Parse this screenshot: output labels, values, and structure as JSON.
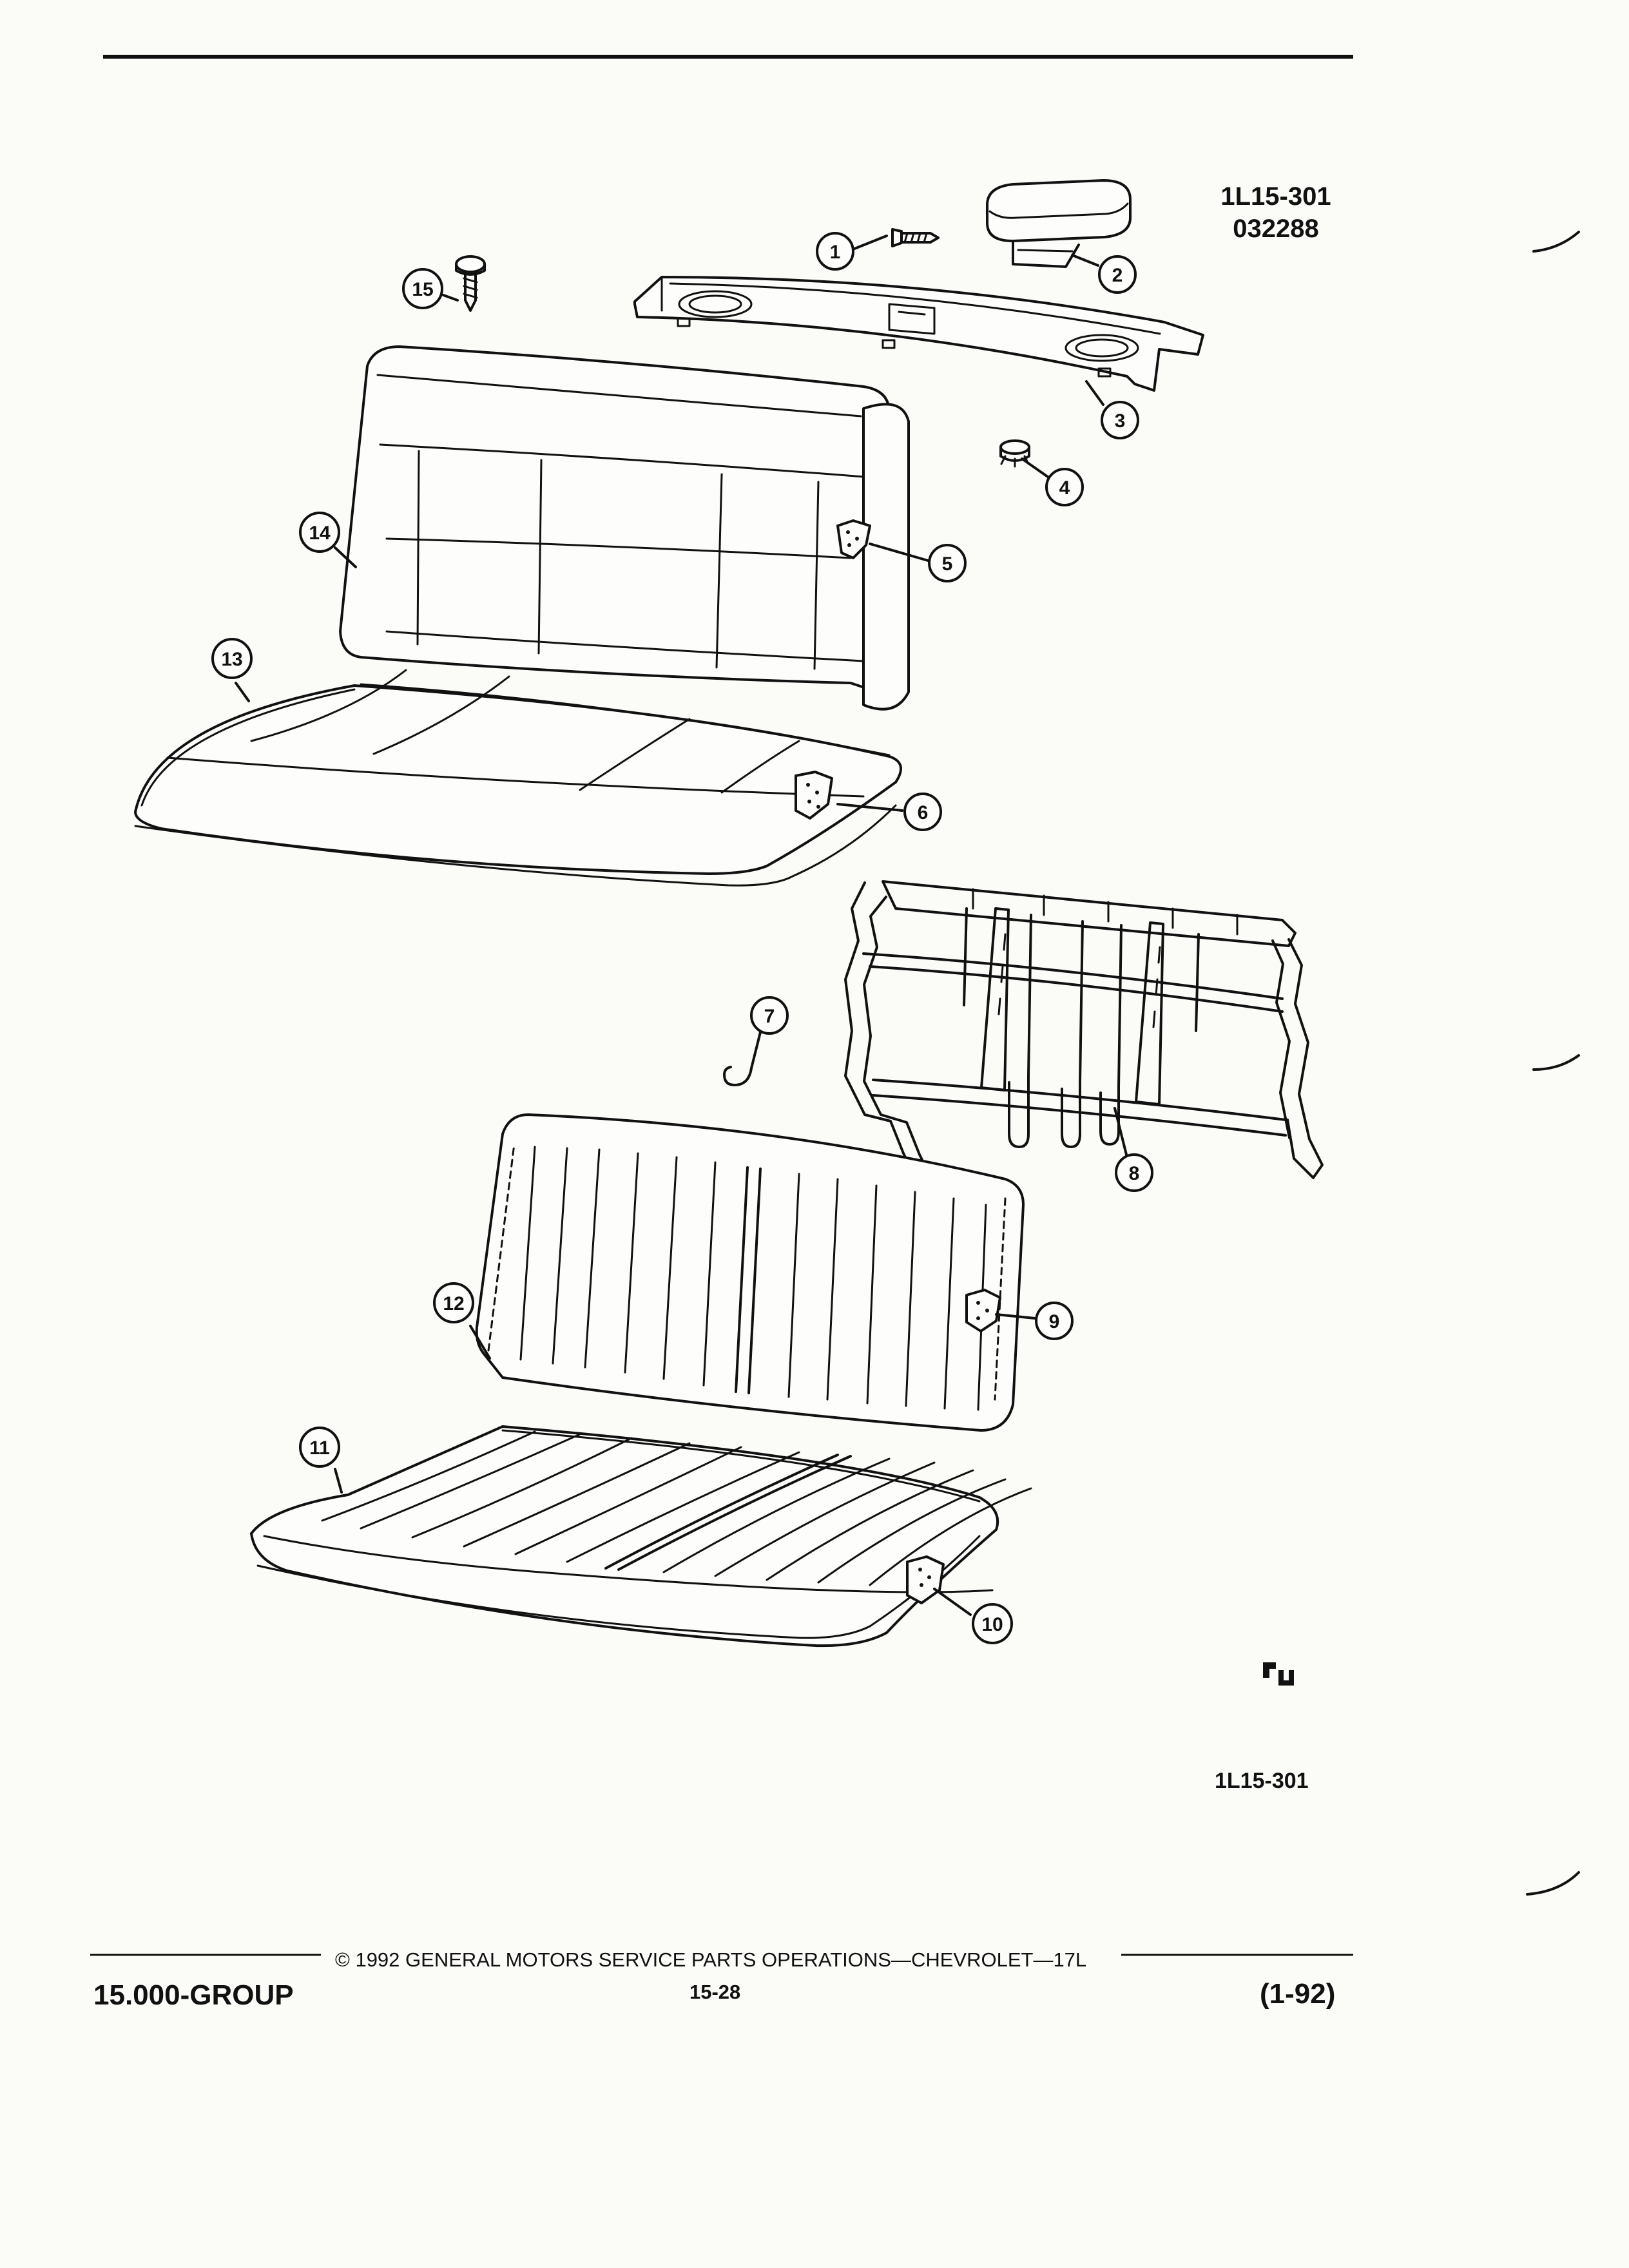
{
  "header": {
    "figure_code": "1L15-301",
    "figure_date": "032288"
  },
  "figure": {
    "bottom_code": "1L15-301",
    "callouts": [
      "1",
      "2",
      "3",
      "4",
      "5",
      "6",
      "7",
      "8",
      "9",
      "10",
      "11",
      "12",
      "13",
      "14",
      "15"
    ]
  },
  "footer": {
    "group": "15.000-GROUP",
    "copyright": "© 1992 GENERAL MOTORS SERVICE PARTS OPERATIONS—CHEVROLET—17L",
    "page": "15-28",
    "date_code": "(1-92)"
  },
  "colors": {
    "ink": "#111111",
    "paper": "#fbfbf8"
  }
}
